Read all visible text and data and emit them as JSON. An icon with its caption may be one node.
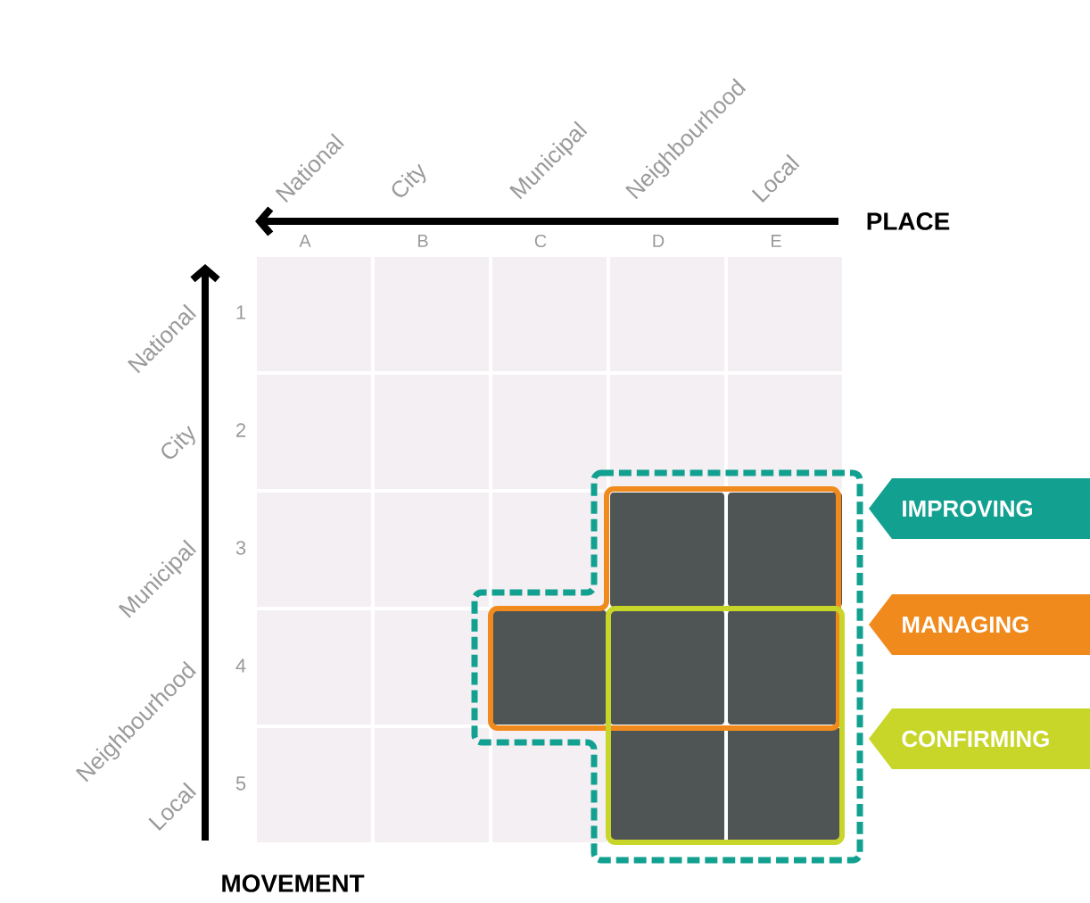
{
  "diagram": {
    "nodes": [
      {
        "text": [
          "IMPROVING"
        ]
      },
      {
        "text": [
          "MANAGING"
        ]
      },
      {
        "text": [
          "CONFIRMING"
        ]
      }
    ],
    "labels": [
      "National",
      "City",
      "Municipal",
      "Neighbourhood",
      "Local",
      "PLACE",
      "A",
      "B",
      "C",
      "D",
      "E",
      "National",
      "1",
      "City",
      "2",
      "Municipal",
      "3",
      "Neighbourhood",
      "4",
      "Local",
      "5",
      "MOVEMENT"
    ]
  }
}
